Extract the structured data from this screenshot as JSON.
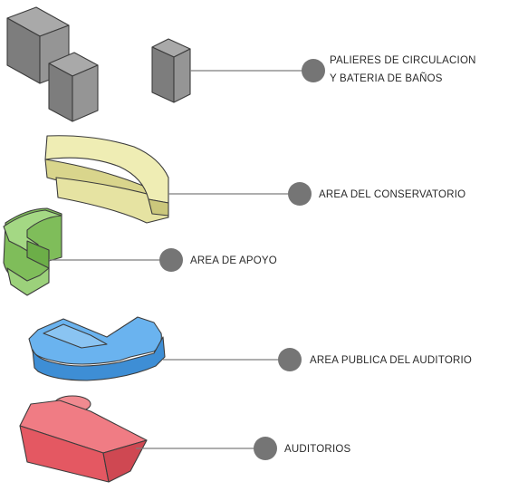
{
  "components": [
    {
      "id": "circulation",
      "lines": [
        "PALIERES DE CIRCULACION",
        "Y BATERIA DE BAÑOS"
      ],
      "color": "#8a8a8a",
      "icon": "gray-tower-blocks"
    },
    {
      "id": "conservatory",
      "lines": [
        "AREA DEL CONSERVATORIO"
      ],
      "color": "#ecea9e",
      "icon": "yellow-curved-volume"
    },
    {
      "id": "support",
      "lines": [
        "AREA DE APOYO"
      ],
      "color": "#86c860",
      "icon": "green-curved-volume"
    },
    {
      "id": "public",
      "lines": [
        "AREA PUBLICA DEL AUDITORIO"
      ],
      "color": "#4a9ce0",
      "icon": "blue-curved-volume"
    },
    {
      "id": "auditorium",
      "lines": [
        "AUDITORIOS"
      ],
      "color": "#ea6a72",
      "icon": "red-auditorium-volume"
    }
  ]
}
